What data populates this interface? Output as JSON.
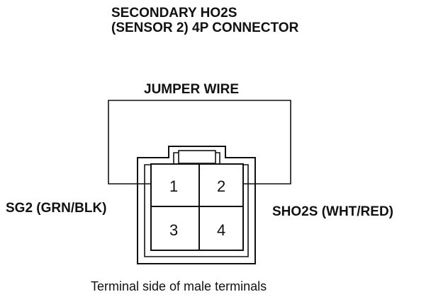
{
  "title": {
    "line1": "SECONDARY HO2S",
    "line2": "(SENSOR 2) 4P CONNECTOR"
  },
  "jumper_label": "JUMPER WIRE",
  "left_label": "SG2 (GRN/BLK)",
  "right_label": "SHO2S (WHT/RED)",
  "terminals": [
    "1",
    "2",
    "3",
    "4"
  ],
  "caption": "Terminal side of male terminals"
}
